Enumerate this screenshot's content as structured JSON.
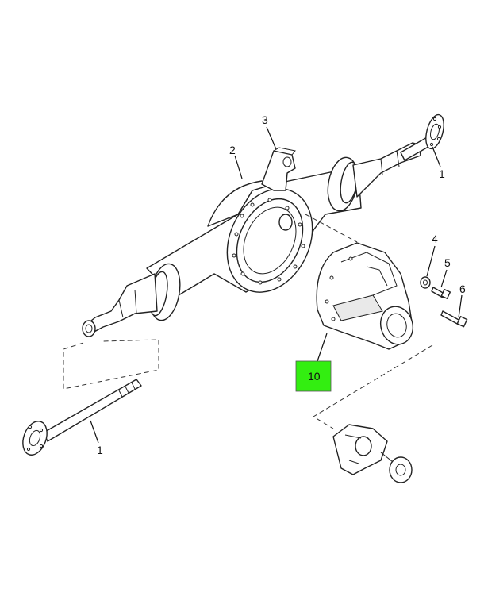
{
  "callouts": {
    "axle_shaft_right": "1",
    "axle_housing": "2",
    "bracket": "3",
    "washer": "4",
    "bolt_short": "5",
    "bolt_long": "6",
    "carrier_highlight": "10",
    "axle_shaft_left": "1"
  },
  "colors": {
    "highlight": "#33ee11",
    "line": "#222222"
  }
}
